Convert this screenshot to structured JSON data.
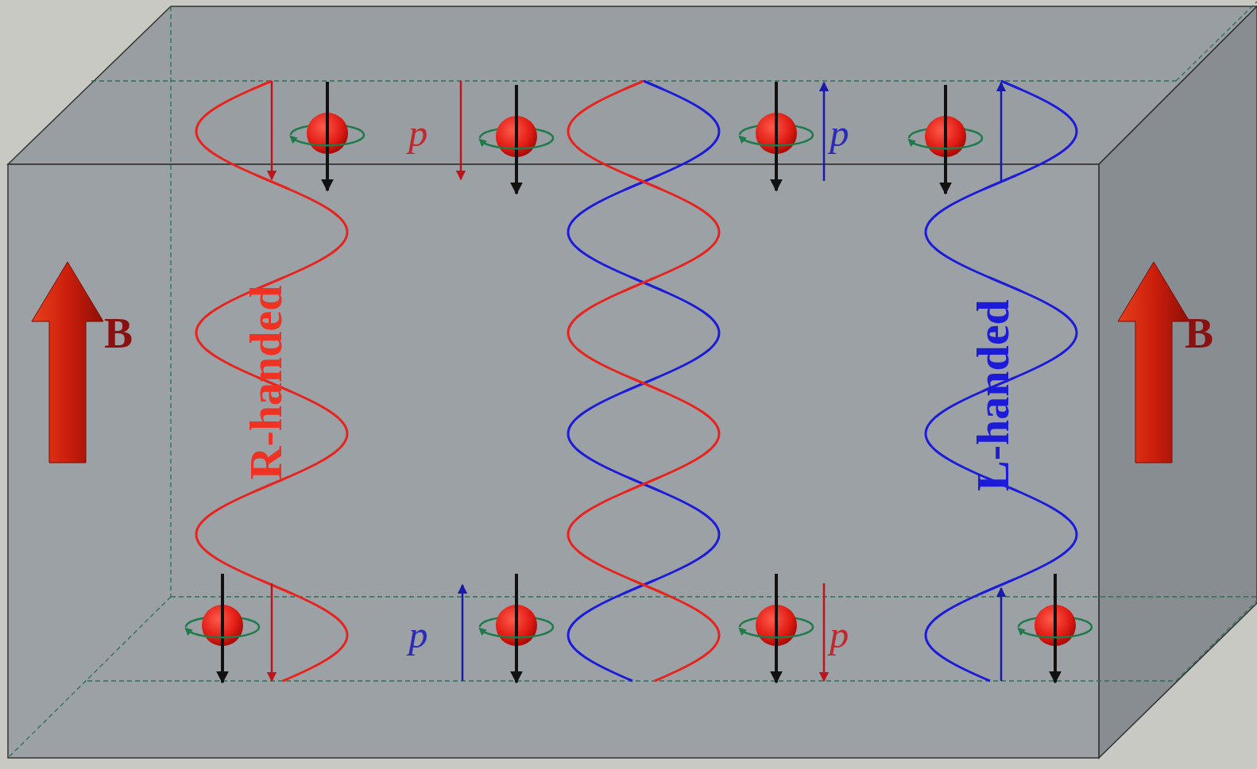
{
  "diagram": {
    "labels": [
      "p⃗",
      "p⃗",
      "B⃗",
      "R-handed",
      "L-handed",
      "B⃗",
      "p⃗",
      "p⃗"
    ]
  }
}
